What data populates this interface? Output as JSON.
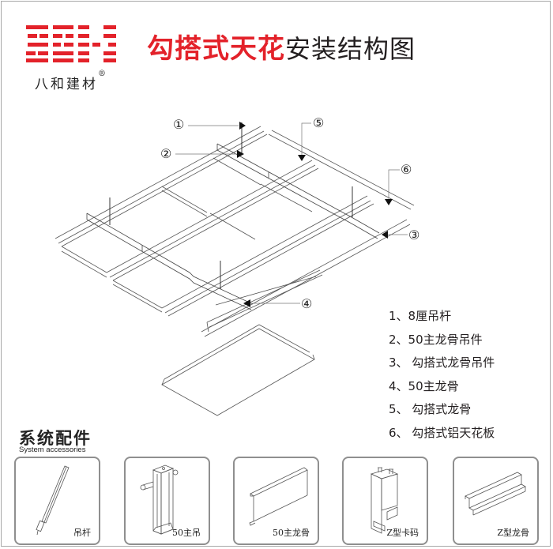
{
  "brand": {
    "logo_icon": "bahe-logo-mark",
    "name": "八和建材",
    "registered_mark": "®",
    "accent_color": "#e3222a"
  },
  "header": {
    "title_red": "勾搭式天花",
    "title_black": "安装结构图"
  },
  "diagram": {
    "callouts": [
      {
        "num": "①",
        "target": "8厘吊杆"
      },
      {
        "num": "②",
        "target": "50主龙骨吊件"
      },
      {
        "num": "③",
        "target": "勾搭式龙骨吊件"
      },
      {
        "num": "④",
        "target": "50主龙骨"
      },
      {
        "num": "⑤",
        "target": "勾搭式龙骨"
      },
      {
        "num": "⑥",
        "target": "勾搭式铝天花板"
      }
    ]
  },
  "legend": {
    "items": [
      "1、8厘吊杆",
      "2、50主龙骨吊件",
      "3、 勾搭式龙骨吊件",
      "4、50主龙骨",
      "5、 勾搭式龙骨",
      "6、 勾搭式铝天花板"
    ]
  },
  "accessories": {
    "title": "系统配件",
    "subtitle": "System accessories",
    "cards": [
      {
        "label": "吊杆",
        "icon": "threaded-rod-icon"
      },
      {
        "label": "50主吊",
        "icon": "main-hanger-icon"
      },
      {
        "label": "50主龙骨",
        "icon": "c-channel-icon"
      },
      {
        "label": "Z型卡码",
        "icon": "z-clip-icon"
      },
      {
        "label": "Z型龙骨",
        "icon": "z-keel-icon"
      }
    ]
  }
}
